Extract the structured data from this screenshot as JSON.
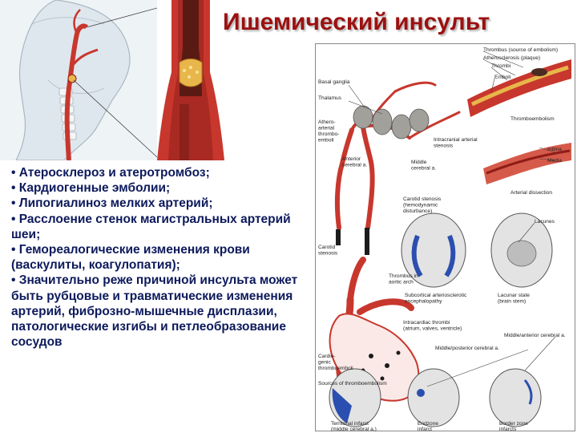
{
  "title": "Ишемический инсульт",
  "bullets": [
    "• Атеросклероз и атеротромбоз;",
    "• Кардиогенные эмболии;",
    "• Липогиалиноз мелких артерий;",
    "• Расслоение стенок магистральных артерий шеи;",
    "• Гемореалогические изменения крови (васкулиты, коагулопатия);",
    "• Значительно реже причиной инсульта может быть рубцовые и травматические изменения артерий, фиброзно-мышечные дисплазии, патологические изгибы и петлеобразование сосудов"
  ],
  "diagram_labels": {
    "basal_ganglia": "Basal ganglia",
    "thalamus": "Thalamus",
    "athero_arterial": "Athero-\narterial\nthrombo-\nemboli",
    "anterior_cerebral": "Anterior\ncerebral a.",
    "middle_cerebral": "Middle\ncerebral a.",
    "intracranial_stenosis": "Intracranial arterial\nstenosis",
    "carotid_stenosis_hd": "Carotid stenosis\n(hemodynamic\ndisturbance)",
    "carotid_stenosis": "Carotid\nstenosis",
    "thrombus_aortic": "Thrombus in\naortic arch",
    "intracardiac_thrombi": "Intracardiac thrombi\n(atrium, valves, ventricle)",
    "cardiogenic": "Cardio-\ngenic\nthromboemboli",
    "sources": "Sources of thromboembolism",
    "thrombus_source": "Thrombus (source of embolism)",
    "atherosclerosis_plaque": "Atherosclerosis (plaque)",
    "thrombi": "Thrombi",
    "emboli": "Emboli",
    "thromboembolism": "Thromboembolism",
    "intima": "Intima",
    "media": "Media",
    "arterial_dissection": "Arterial dissection",
    "lacunes": "Lacunes",
    "subcortical": "Subcortical arteriosclerotic\nencephalopathy",
    "lacunar_state": "Lacunar state\n(brain stem)",
    "middle_anterior": "Middle/anterior cerebral a.",
    "middle_posterior": "Middle/posterior cerebral a.",
    "territorial_infarct": "Territorial infarct\n(middle cerebral a.)",
    "endzone_infarct": "Endzone\ninfarct",
    "border_zone": "Border zone\ninfarcts"
  },
  "colors": {
    "title": "#9b1111",
    "text": "#0d1a5c",
    "artery": "#c8372d",
    "artery_dark": "#8e1c17",
    "plaque": "#e8b64a",
    "infarct_blue": "#2b4fb0",
    "brain_gray": "#d9d9d9"
  },
  "icons": [
    "neck-vessel-illustration",
    "artery-cross-section-illustration",
    "thromboembolism-diagram"
  ]
}
